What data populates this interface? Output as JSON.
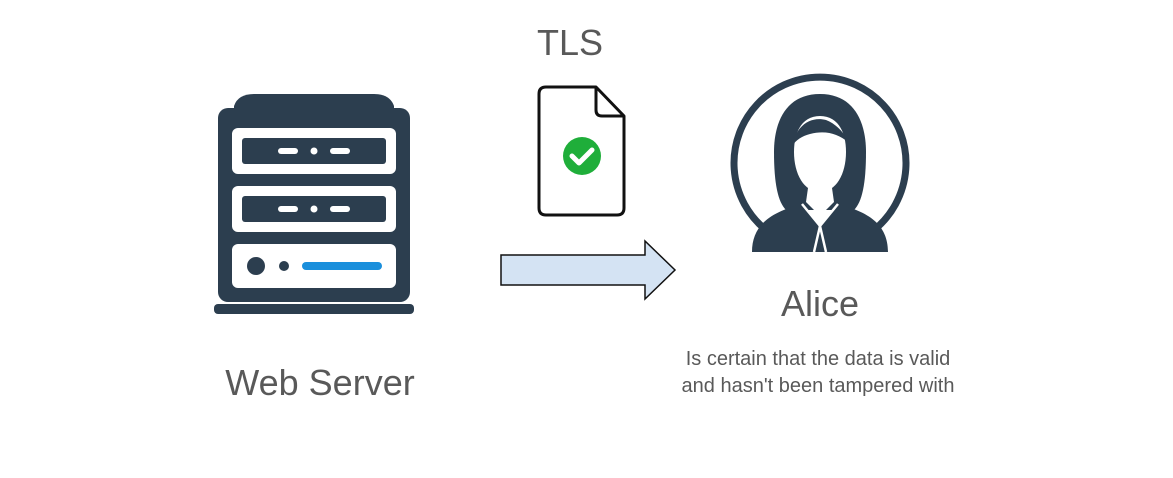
{
  "protocol": {
    "label": "TLS",
    "document_icon": "document-check-icon",
    "check_color": "#1fae3a"
  },
  "server": {
    "label": "Web Server",
    "icon": "server-rack-icon",
    "color": "#2c3e4f",
    "accent_color": "#1a8fdc"
  },
  "arrow": {
    "icon": "right-arrow-icon",
    "fill_color": "#d4e3f3"
  },
  "recipient": {
    "name": "Alice",
    "icon": "user-avatar-icon",
    "description": "Is certain that the data is valid and hasn't been tampered with"
  }
}
